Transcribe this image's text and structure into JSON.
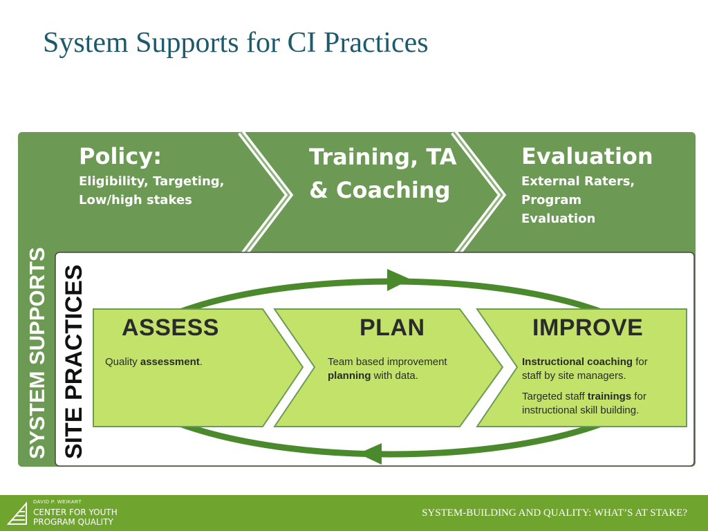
{
  "slide": {
    "title": "System Supports for CI Practices"
  },
  "system_supports": {
    "label": "SYSTEM SUPPORTS",
    "items": [
      {
        "heading": "Policy:",
        "sub1": "Eligibility, Targeting,",
        "sub2": "Low/high stakes"
      },
      {
        "heading1": "Training, TA",
        "heading2": "& Coaching"
      },
      {
        "heading": "Evaluation",
        "sub1": "External Raters, Program",
        "sub2": "Evaluation"
      }
    ]
  },
  "site_practices": {
    "label": "SITE PRACTICES",
    "steps": [
      {
        "heading": "ASSESS",
        "line1_pre": "Quality ",
        "line1_bold": "assessment",
        "line1_post": "."
      },
      {
        "heading": "PLAN",
        "line1": "Team based improvement",
        "line2_bold": "planning",
        "line2_post": " with data."
      },
      {
        "heading": "IMPROVE",
        "p1_bold": "Instructional coaching",
        "p1_post": " for",
        "p1_line2": "staff by site managers.",
        "p2_pre": "Targeted staff ",
        "p2_bold": "trainings",
        "p2_post": " for",
        "p2_line2": "instructional skill building."
      }
    ]
  },
  "footer": {
    "text": "SYSTEM-BUILDING AND QUALITY: WHAT’S AT STAKE?",
    "logo_small": "DAVID P. WEIKART",
    "logo_line1": "CENTER FOR YOUTH",
    "logo_line2": "PROGRAM QUALITY"
  },
  "colors": {
    "title": "#1d5a6b",
    "support_green": "#6c9a55",
    "practice_green": "#c2e26a",
    "cycle_arrow": "#4a8a2c",
    "footer_green": "#6fa52f"
  }
}
